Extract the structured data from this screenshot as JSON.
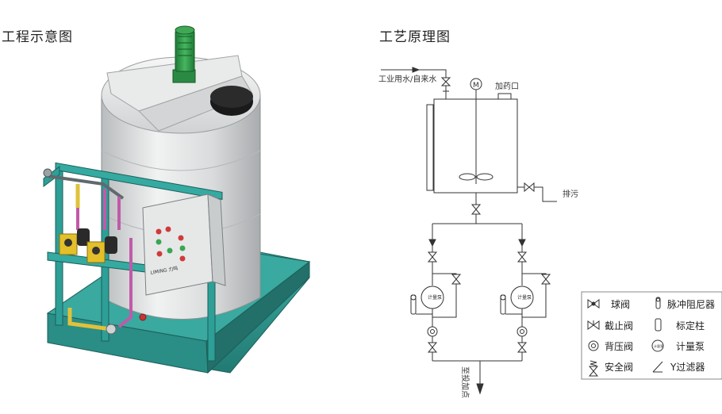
{
  "left_title": "工程示意图",
  "right_title": "工艺原理图",
  "labels": {
    "water_inlet": "工业用水/自来水",
    "motor": "M",
    "dosing_port": "加药口",
    "drain": "排污",
    "to_dosing_point": "至投加点",
    "pump_left": "计量泵",
    "pump_right": "计量泵",
    "panel_brand": "LIMING 力鸣"
  },
  "legend": [
    {
      "label": "球阀",
      "icon": "ball-valve-icon"
    },
    {
      "label": "脉冲阻尼器",
      "icon": "pulse-damper-icon"
    },
    {
      "label": "截止阀",
      "icon": "globe-valve-icon"
    },
    {
      "label": "标定柱",
      "icon": "calibration-column-icon"
    },
    {
      "label": "背压阀",
      "icon": "back-pressure-valve-icon"
    },
    {
      "label": "计量泵",
      "icon": "metering-pump-icon"
    },
    {
      "label": "安全阀",
      "icon": "safety-valve-icon"
    },
    {
      "label": "Y过滤器",
      "icon": "y-strainer-icon"
    }
  ],
  "colors": {
    "frame": "#2e9f97",
    "tank": "#d8dadb",
    "motor": "#2f9a4a",
    "panel": "#e4e6e6",
    "pipe_magenta": "#c05aa8",
    "pipe_yellow": "#e0c23a",
    "pump_yellow": "#e3bf2a"
  }
}
